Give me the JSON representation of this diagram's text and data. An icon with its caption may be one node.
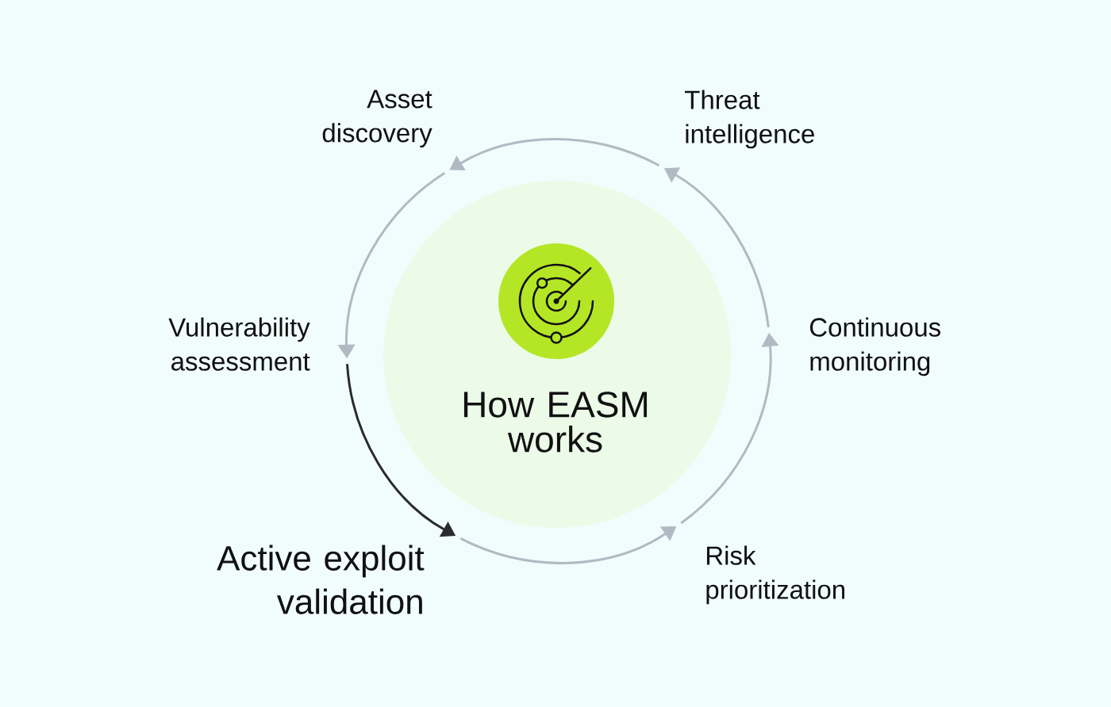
{
  "diagram": {
    "nodes": [
      {
        "text": [
          "How EASM works"
        ]
      },
      {
        "text": [
          "Asset discovery"
        ]
      },
      {
        "text": [
          "Vulnerability assessment"
        ]
      },
      {
        "text": [
          "Active exploit validation"
        ]
      },
      {
        "text": [
          "Risk prioritization"
        ]
      },
      {
        "text": [
          "Continuous monitoring"
        ]
      },
      {
        "text": [
          "Threat intelligence"
        ]
      }
    ],
    "edges": [
      {
        "from": 1,
        "to": 2,
        "arrow": "to"
      },
      {
        "from": 2,
        "to": 3,
        "arrow": "to",
        "color": "#2b2b2b"
      },
      {
        "from": 3,
        "to": 4,
        "arrow": "to"
      },
      {
        "from": 4,
        "to": 5,
        "arrow": "to"
      },
      {
        "from": 5,
        "to": 6,
        "arrow": "to"
      },
      {
        "from": 6,
        "to": 1,
        "arrow": "to"
      }
    ]
  }
}
